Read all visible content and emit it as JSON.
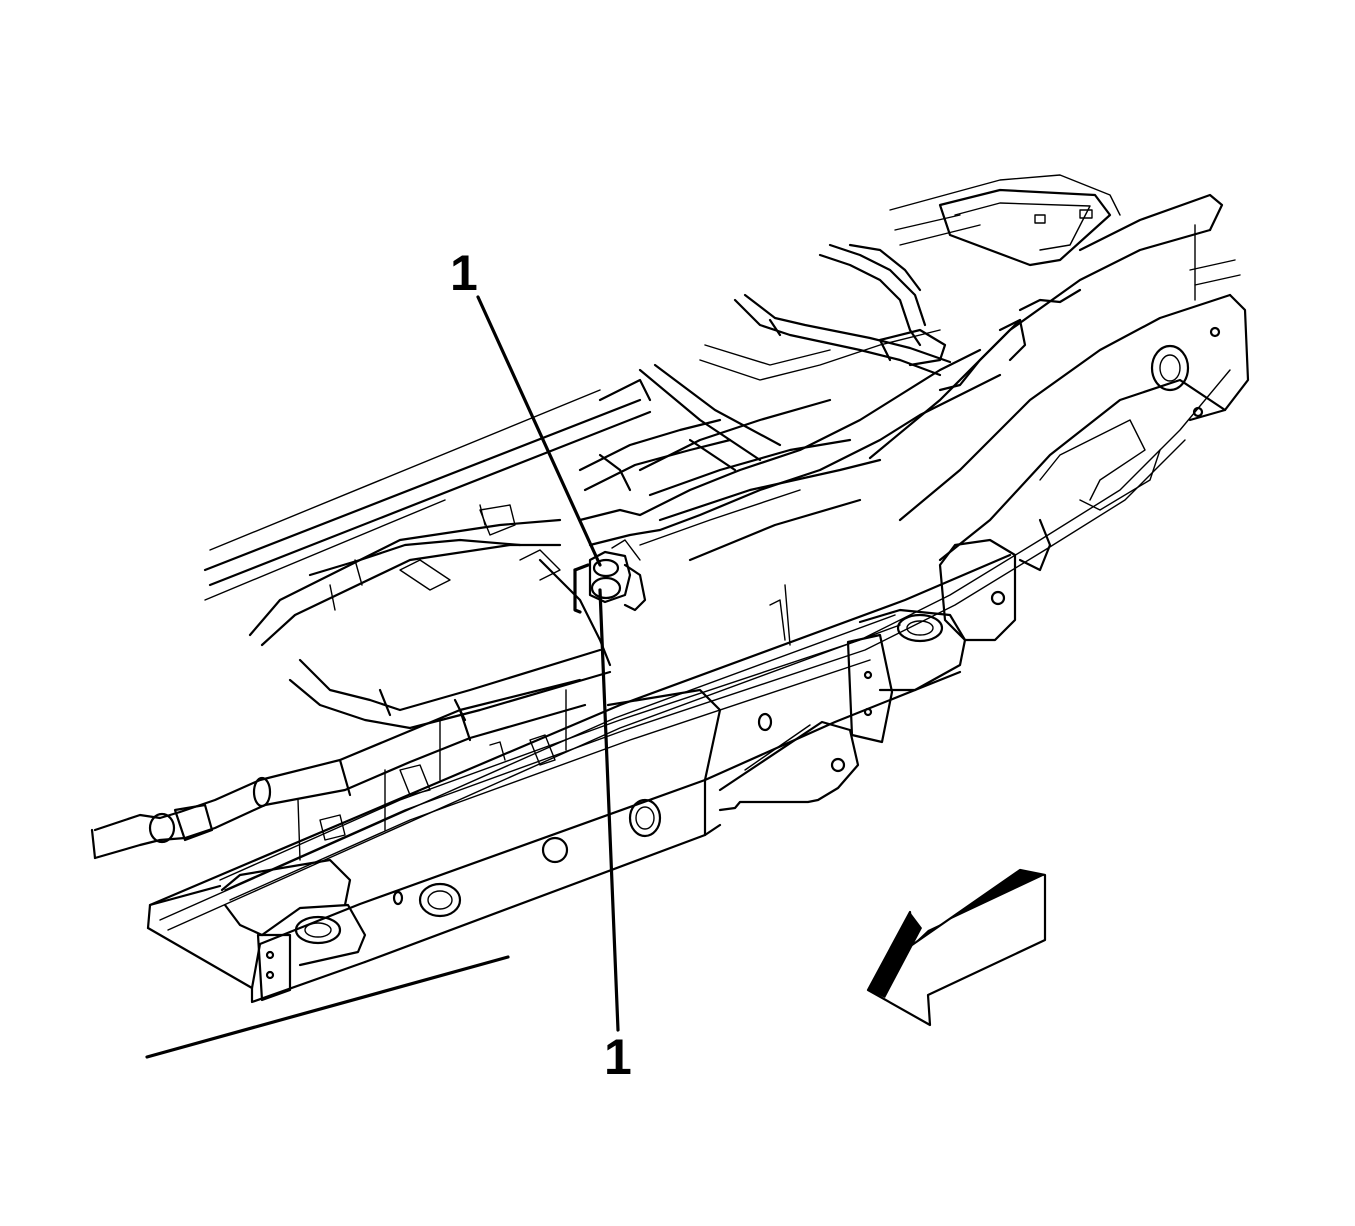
{
  "diagram": {
    "callouts": [
      {
        "id": "top",
        "label": "1"
      },
      {
        "id": "bottom",
        "label": "1"
      }
    ],
    "icons": {
      "direction_arrow": "forward-direction-arrow-icon",
      "component": "fuel-line-clip-icon"
    },
    "colors": {
      "line": "#000000",
      "background": "#ffffff"
    }
  }
}
